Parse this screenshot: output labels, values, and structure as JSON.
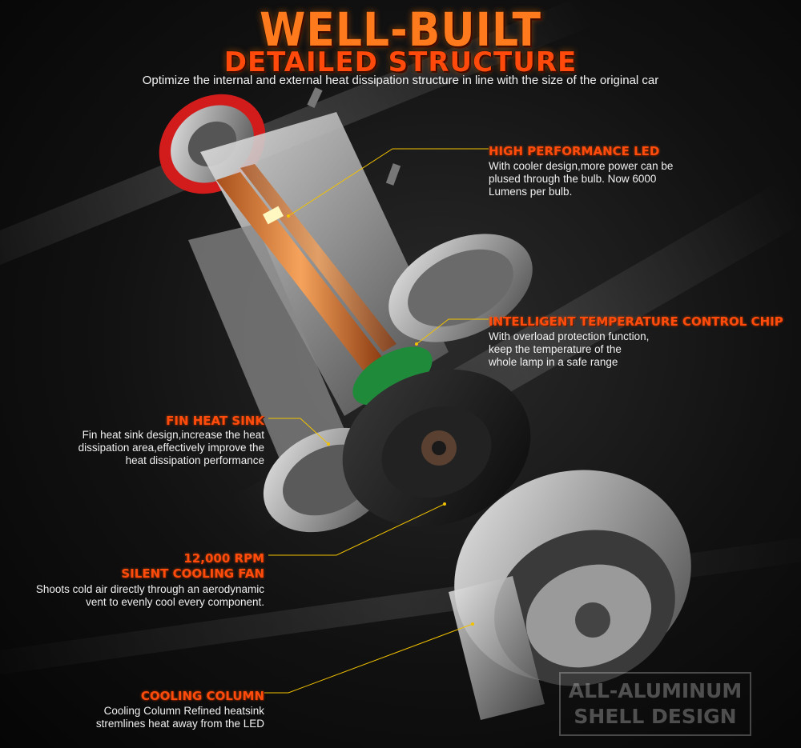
{
  "header": {
    "title": "WELL-BUILT",
    "subtitle": "DETAILED STRUCTURE",
    "tagline": "Optimize the internal and external heat dissipation structure in line with the size of the original car"
  },
  "features": [
    {
      "title": "HIGH PERFORMANCE LED",
      "desc": "With cooler design,more power can be\nplused through the bulb.  Now 6000\nLumens per bulb."
    },
    {
      "title": "INTELLIGENT TEMPERATURE CONTROL CHIP",
      "desc": "With overload protection function,\nkeep the temperature of the\nwhole lamp in a safe range"
    },
    {
      "title": "FIN HEAT SINK",
      "desc": "Fin heat sink design,increase the heat\ndissipation area,effectively improve the\nheat dissipation performance"
    },
    {
      "title_line1": "12,000 RPM",
      "title_line2": "SILENT COOLING FAN",
      "desc": "Shoots cold air directly through an aerodynamic\nvent to evenly cool every component."
    },
    {
      "title": "COOLING COLUMN",
      "desc": "Cooling Column Refined heatsink\nstremlines heat away from the LED"
    }
  ],
  "watermark": {
    "line1": "ALL-ALUMINUM",
    "line2": "SHELL DESIGN"
  },
  "colors": {
    "accent": "#ff4c0d",
    "background": "#111111",
    "leader_line": "#f2c200"
  }
}
